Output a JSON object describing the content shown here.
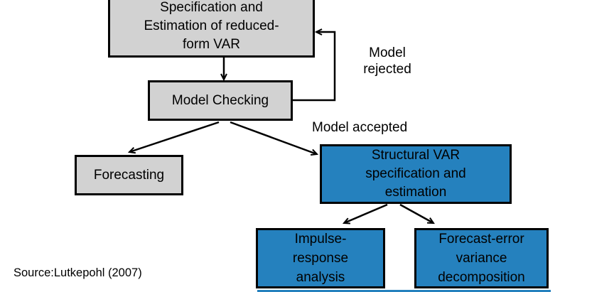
{
  "nodes": {
    "reduced_form_var": {
      "text": "Specification and\nEstimation of reduced-\nform VAR",
      "style": "gray"
    },
    "model_checking": {
      "text": "Model Checking",
      "style": "gray"
    },
    "forecasting": {
      "text": "Forecasting",
      "style": "gray"
    },
    "structural_var": {
      "text": "Structural VAR\nspecification and\nestimation",
      "style": "blue"
    },
    "impulse_response": {
      "text": "Impulse-\nresponse\nanalysis",
      "style": "blue"
    },
    "forecast_error": {
      "text": "Forecast-error\nvariance\ndecomposition",
      "style": "blue"
    }
  },
  "labels": {
    "model_rejected": "Model\nrejected",
    "model_accepted": "Model accepted"
  },
  "edges": [
    {
      "from": "reduced_form_var",
      "to": "model_checking"
    },
    {
      "from": "model_checking",
      "to": "reduced_form_var",
      "label": "Model rejected"
    },
    {
      "from": "model_checking",
      "to": "forecasting"
    },
    {
      "from": "model_checking",
      "to": "structural_var",
      "label": "Model accepted"
    },
    {
      "from": "structural_var",
      "to": "impulse_response"
    },
    {
      "from": "structural_var",
      "to": "forecast_error"
    }
  ],
  "source": "Source:Lutkepohl (2007)",
  "colors": {
    "gray_box": "#d2d2d2",
    "blue_box": "#2581be",
    "border": "#000000"
  }
}
